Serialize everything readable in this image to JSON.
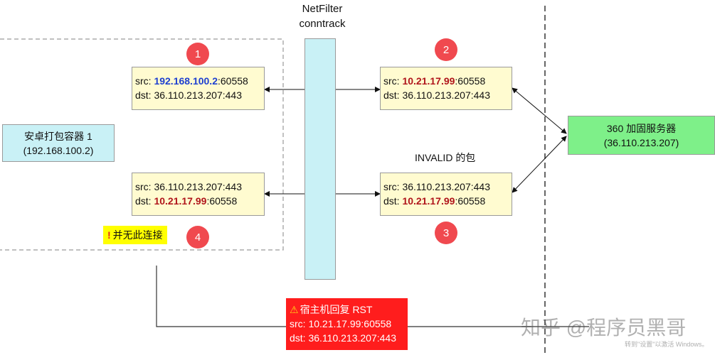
{
  "netfilter": {
    "line1": "NetFilter",
    "line2": "conntrack"
  },
  "container": {
    "line1": "安卓打包容器 1",
    "line2": "(192.168.100.2)"
  },
  "server": {
    "line1": "360 加固服务器",
    "line2": "(36.110.213.207)"
  },
  "packets": {
    "p1": {
      "src_label": "src: ",
      "src_ip": "192.168.100.2",
      "src_port": ":60558",
      "dst_label": "dst: ",
      "dst_value": "36.110.213.207:443"
    },
    "p2": {
      "src_label": "src: ",
      "src_ip": "10.21.17.99",
      "src_port": ":60558",
      "dst_label": "dst: ",
      "dst_value": "36.110.213.207:443"
    },
    "p3": {
      "src_label": "src: ",
      "src_value": "36.110.213.207:443",
      "dst_label": "dst: ",
      "dst_ip": "10.21.17.99",
      "dst_port": ":60558"
    },
    "p4": {
      "src_label": "src: ",
      "src_value": "36.110.213.207:443",
      "dst_label": "dst: ",
      "dst_ip": "10.21.17.99",
      "dst_port": ":60558"
    }
  },
  "badges": {
    "b1": "1",
    "b2": "2",
    "b3": "3",
    "b4": "4"
  },
  "invalid_label": "INVALID 的包",
  "warning": {
    "icon": "!",
    "text": "并无此连接"
  },
  "rst": {
    "title_icon": "⚠",
    "title": "宿主机回复 RST",
    "src": "src: 10.21.17.99:60558",
    "dst": "dst: 36.110.213.207:443"
  },
  "watermark": {
    "text": "知乎 @程序员黑哥",
    "sub": "转到\"设置\"以激活 Windows。"
  },
  "colors": {
    "netfilter_bar": "#c9f1f6",
    "container_bg": "#c9f1f6",
    "server_bg": "#7ef089",
    "packet_bg": "#fffbd0",
    "badge": "#f0494f",
    "rst_bg": "#ff1d1d",
    "warning_bg": "#ffff00"
  }
}
